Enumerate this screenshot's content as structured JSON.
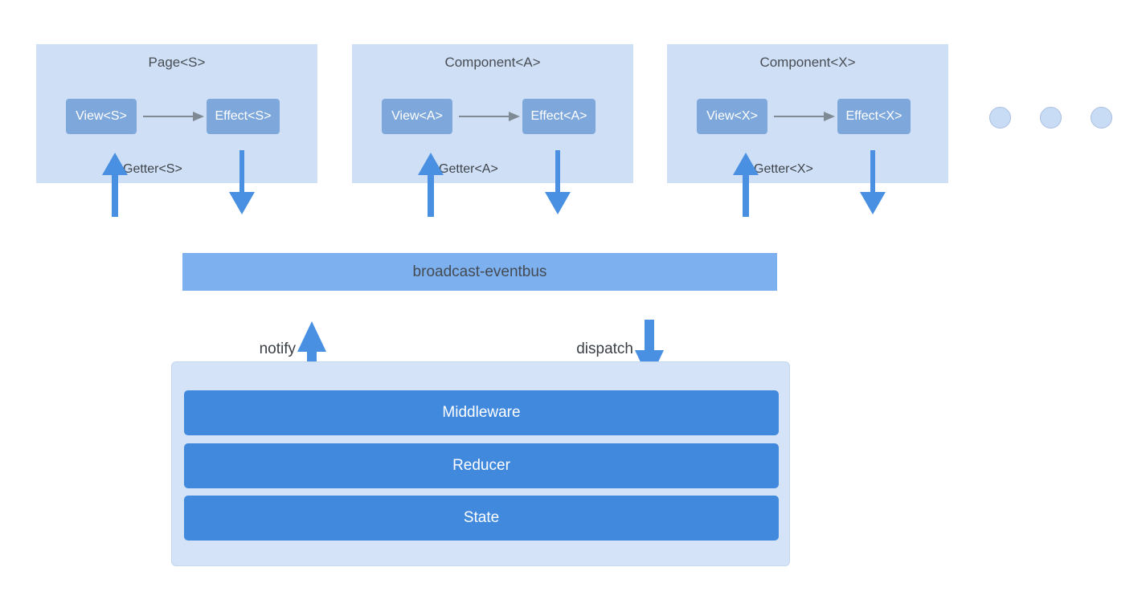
{
  "diagram": {
    "units": [
      {
        "title": "Page<S>",
        "view_label": "View<S>",
        "effect_label": "Effect<S>",
        "getter_label": "Getter<S>"
      },
      {
        "title": "Component<A>",
        "view_label": "View<A>",
        "effect_label": "Effect<A>",
        "getter_label": "Getter<A>"
      },
      {
        "title": "Component<X>",
        "view_label": "View<X>",
        "effect_label": "Effect<X>",
        "getter_label": "Getter<X>"
      }
    ],
    "ellipsis_dot_count": 3,
    "eventbus_label": "broadcast-eventbus",
    "notify_label": "notify",
    "dispatch_label": "dispatch",
    "store_layers": [
      "Middleware",
      "Reducer",
      "State"
    ],
    "colors": {
      "unit_bg": "#cfe0f6",
      "inner_box": "#7ea8dc",
      "eventbus_bg": "#7db0ee",
      "store_bg": "#d4e3f8",
      "layer_bg": "#4189dd",
      "arrow_blue": "#4a90e2",
      "arrow_gray": "#7f8a94",
      "dot_bg": "#c8dcf6",
      "text_dark": "#41464d",
      "text_light": "#ffffff"
    }
  }
}
